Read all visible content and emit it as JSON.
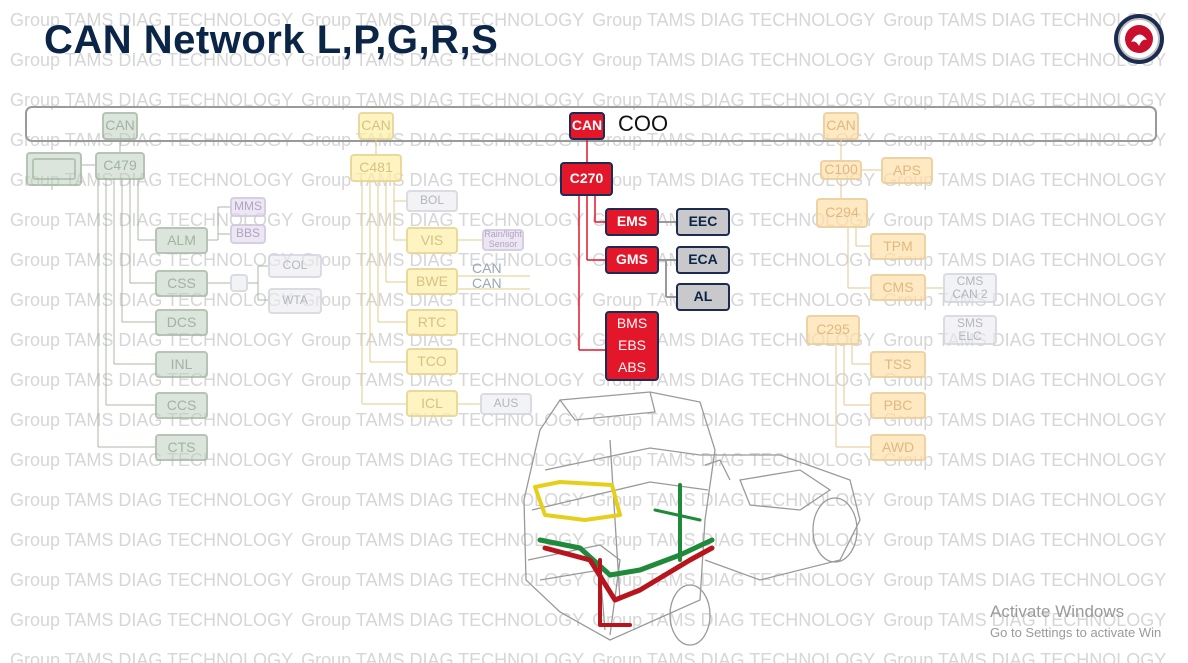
{
  "title": "CAN Network L,P,G,R,S",
  "watermark": "Group TAMS DIAG TECHNOLOGY",
  "coo_label": "COO",
  "colors": {
    "title": "#0b2547",
    "red": "#e3162a",
    "navy": "#1c2b52",
    "green": "#bcd0bc",
    "yellow": "#feefa8",
    "orange": "#fee0aa"
  },
  "boxes": {
    "can_green": "CAN",
    "can_yellow": "CAN",
    "can_red": "CAN",
    "can_orange": "CAN",
    "c479": "C479",
    "mms": "MMS",
    "bbs": "BBS",
    "alm": "ALM",
    "css": "CSS",
    "col": "COL",
    "wta": "WTA",
    "dcs": "DCS",
    "inl": "INL",
    "ccs": "CCS",
    "cts": "CTS",
    "c481": "C481",
    "bol": "BOL",
    "vis": "VIS",
    "rain_light": "Rain/light Sensor",
    "bwe": "BWE",
    "rtc": "RTC",
    "tco": "TCO",
    "icl": "ICL",
    "aus": "AUS",
    "c270": "C270",
    "ems": "EMS",
    "eec": "EEC",
    "gms": "GMS",
    "eca": "ECA",
    "al": "AL",
    "bms": "BMS",
    "ebs": "EBS",
    "abs": "ABS",
    "c100": "C100",
    "aps": "APS",
    "c294": "C294",
    "tpm": "TPM",
    "cms": "CMS",
    "cms_can2": "CMS CAN 2",
    "sms_elc": "SMS ELC",
    "c295": "C295",
    "tss": "TSS",
    "pbc": "PBC",
    "awd": "AWD"
  },
  "can_side_labels": [
    "CAN",
    "CAN"
  ],
  "activate_windows": {
    "title": "Activate Windows",
    "subtitle": "Go to Settings to activate Win"
  }
}
